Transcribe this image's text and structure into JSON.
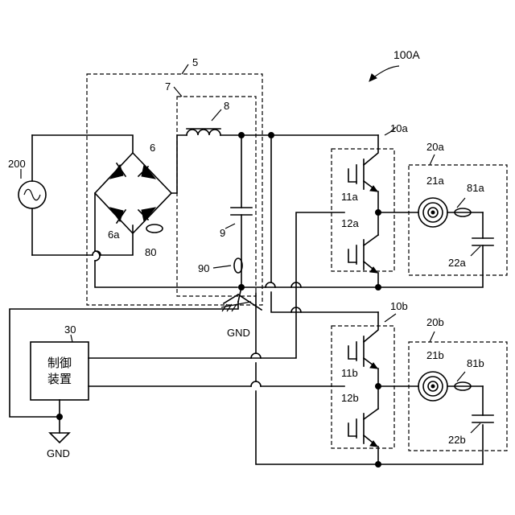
{
  "diagram": {
    "labels": {
      "system": "100A",
      "rectifier_unit": "5",
      "filter_unit": "7",
      "choke": "8",
      "capacitor": "9",
      "sensor": "90",
      "bridge": "6",
      "diode_bottom": "6a",
      "current_sensor": "80",
      "ac_source": "200",
      "inverter_a": "10a",
      "inverter_b": "10b",
      "switch_11a": "11a",
      "switch_12a": "12a",
      "switch_11b": "11b",
      "switch_12b": "12b",
      "load_a": "20a",
      "load_b": "20b",
      "coil_a": "21a",
      "coil_b": "21b",
      "resonant_cap_a": "22a",
      "resonant_cap_b": "22b",
      "coil_sensor_a": "81a",
      "coil_sensor_b": "81b",
      "controller_num": "30",
      "controller_line1": "制御",
      "controller_line2": "装置",
      "ground_top": "GND",
      "ground_bottom": "GND"
    }
  }
}
